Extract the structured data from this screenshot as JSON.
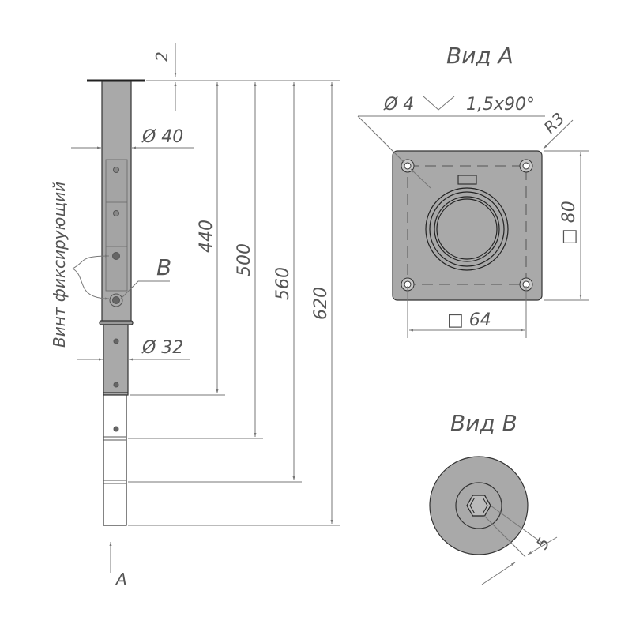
{
  "side_view": {
    "dim_plate_thickness": "2",
    "dim_upper_diameter": "Ø 40",
    "dim_lower_diameter": "Ø 32",
    "dim_440": "440",
    "dim_500": "500",
    "dim_560": "560",
    "dim_620": "620",
    "label_b": "B",
    "label_screw": "Винт фиксирующий",
    "label_a": "A"
  },
  "view_a": {
    "title": "Вид А",
    "hole_note": "Ø 4",
    "chamfer_note": "1,5x90°",
    "radius": "R3",
    "dim_outer": "□ 80",
    "dim_holes": "□ 64"
  },
  "view_b": {
    "title": "Вид В",
    "dim_hex": "5"
  },
  "colors": {
    "fill": "#a9a9a9",
    "line": "#333333",
    "dim": "#777777"
  }
}
